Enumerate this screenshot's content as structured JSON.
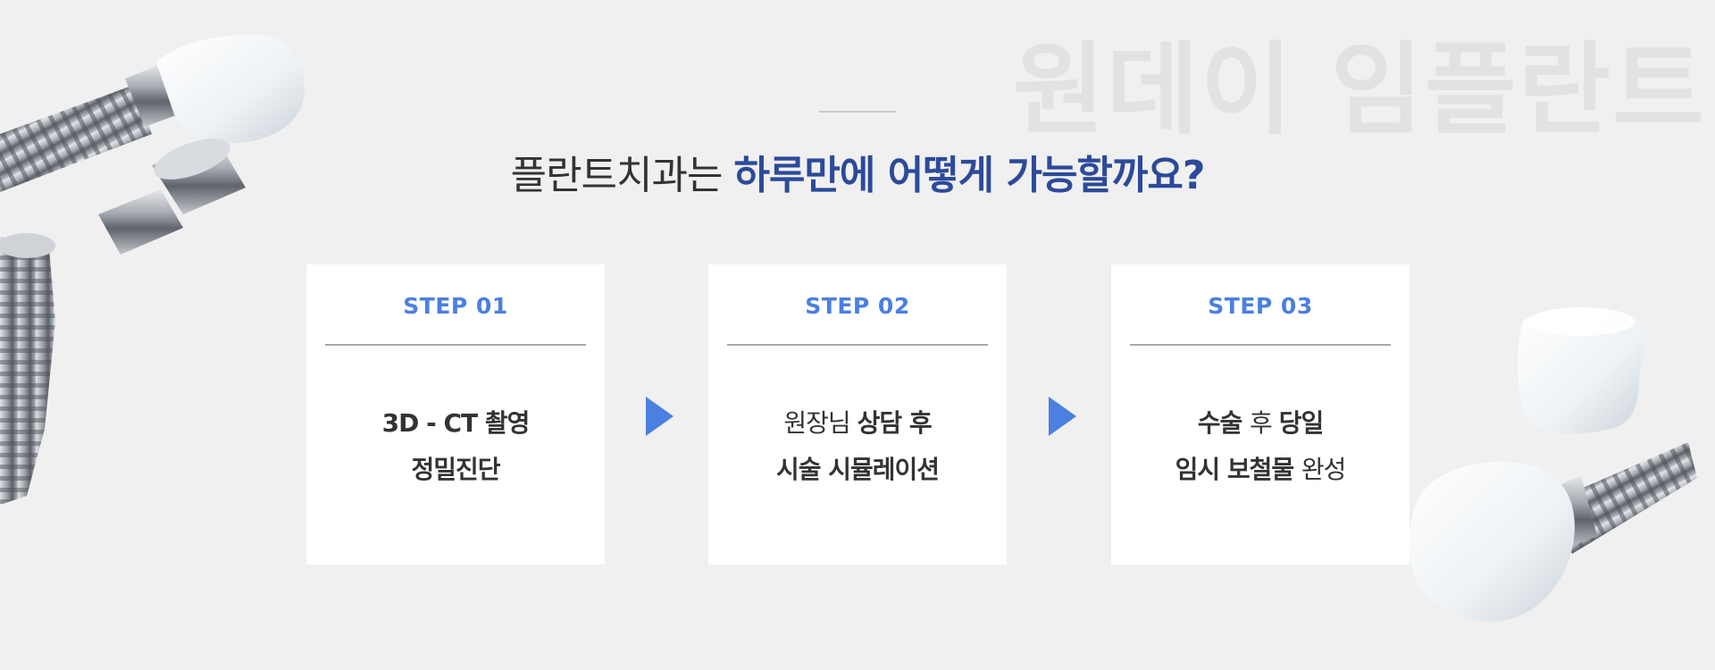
{
  "watermark": "원데이 임플란트",
  "headline": {
    "normal": "플란트치과는 ",
    "highlight": "하루만에 어떻게 가능할까요?"
  },
  "steps": [
    {
      "label": "STEP 01",
      "line1": [
        {
          "t": "3D - CT 촬영",
          "b": true
        }
      ],
      "line2": [
        {
          "t": "정밀진단",
          "b": true
        }
      ]
    },
    {
      "label": "STEP 02",
      "line1": [
        {
          "t": "원장님 ",
          "b": false
        },
        {
          "t": "상담 후",
          "b": true
        }
      ],
      "line2": [
        {
          "t": "시술 시뮬레이션",
          "b": true
        }
      ]
    },
    {
      "label": "STEP 03",
      "line1": [
        {
          "t": "수술 ",
          "b": true
        },
        {
          "t": "후 ",
          "b": false
        },
        {
          "t": "당일",
          "b": true
        }
      ],
      "line2": [
        {
          "t": "임시 보철물 ",
          "b": true
        },
        {
          "t": "완성",
          "b": false
        }
      ]
    }
  ],
  "colors": {
    "accent_blue": "#4b7fe0",
    "headline_blue": "#2c4a9a",
    "text_dark": "#333333",
    "background": "#f0f0f0"
  },
  "icons": [
    "dental-implant-icon",
    "abutment-icon",
    "crown-icon",
    "arrow-right-icon"
  ]
}
